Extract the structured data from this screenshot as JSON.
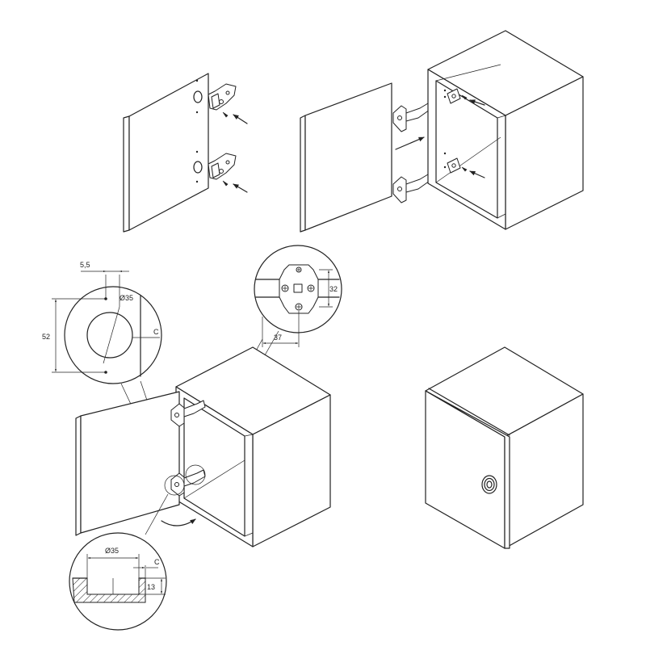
{
  "dimensions": {
    "offset_top": "5,5",
    "cup_diameter_detail": "Ø35",
    "edge_distance_detail": "C",
    "height_spacing": "52",
    "plate_spacing": "32",
    "plate_offset": "37",
    "cup_diameter_section": "Ø35",
    "edge_distance_section": "C",
    "cup_depth": "13"
  },
  "icons": {
    "arrow": "arrow-icon",
    "hinge": "concealed-hinge-icon",
    "knob": "door-knob-icon",
    "rotation": "rotation-arrow-icon"
  }
}
